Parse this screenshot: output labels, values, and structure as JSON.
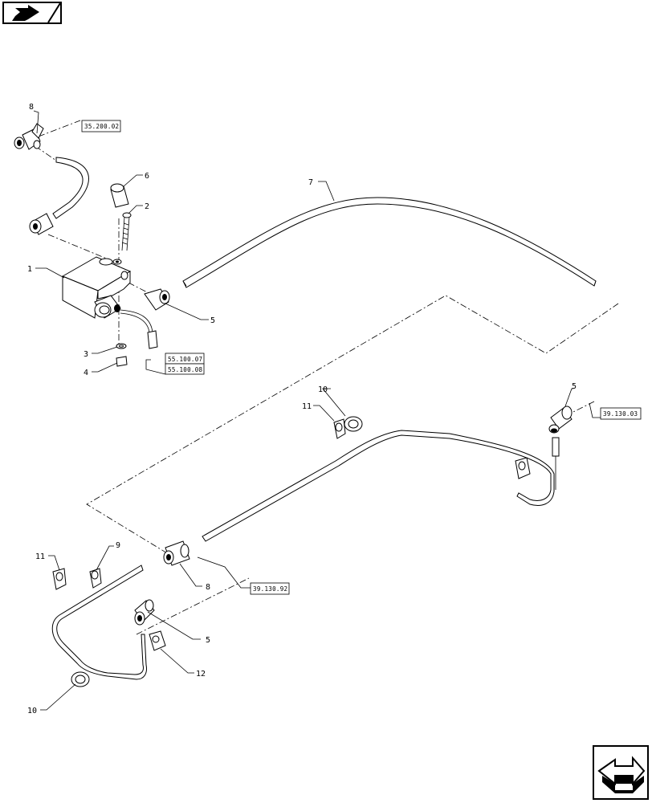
{
  "callouts": {
    "c1": "1",
    "c2": "2",
    "c3": "3",
    "c4": "4",
    "c5a": "5",
    "c5b": "5",
    "c5c": "5",
    "c6": "6",
    "c7": "7",
    "c8a": "8",
    "c8b": "8",
    "c9": "9",
    "c10a": "10",
    "c10b": "10",
    "c11a": "11",
    "c11b": "11",
    "c12": "12"
  },
  "refs": {
    "r1": "35.200.02",
    "r2": "55.100.07",
    "r3": "55.100.08",
    "r4": "39.130.03",
    "r5": "39.130.92"
  },
  "icons": {
    "prev": "arrow-back-icon",
    "next": "arrow-forward-icon"
  }
}
